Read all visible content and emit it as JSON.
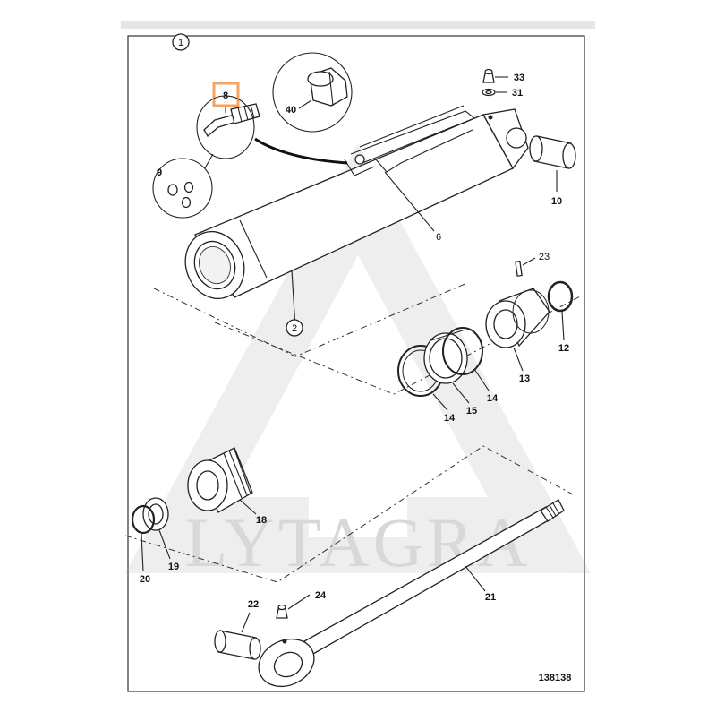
{
  "figure": {
    "number": "138138",
    "assembly_ref": "1",
    "watermark_text": "LYTAGRA",
    "highlight_color": "#f4a460"
  },
  "callouts": {
    "c1": "1",
    "c2": "2",
    "c6": "6",
    "c8": "8",
    "c9": "9",
    "c10": "10",
    "c12": "12",
    "c13": "13",
    "c14a": "14",
    "c14b": "14",
    "c15": "15",
    "c18": "18",
    "c19": "19",
    "c20": "20",
    "c21": "21",
    "c22": "22",
    "c23": "23",
    "c24": "24",
    "c31": "31",
    "c33": "33",
    "c40": "40"
  }
}
